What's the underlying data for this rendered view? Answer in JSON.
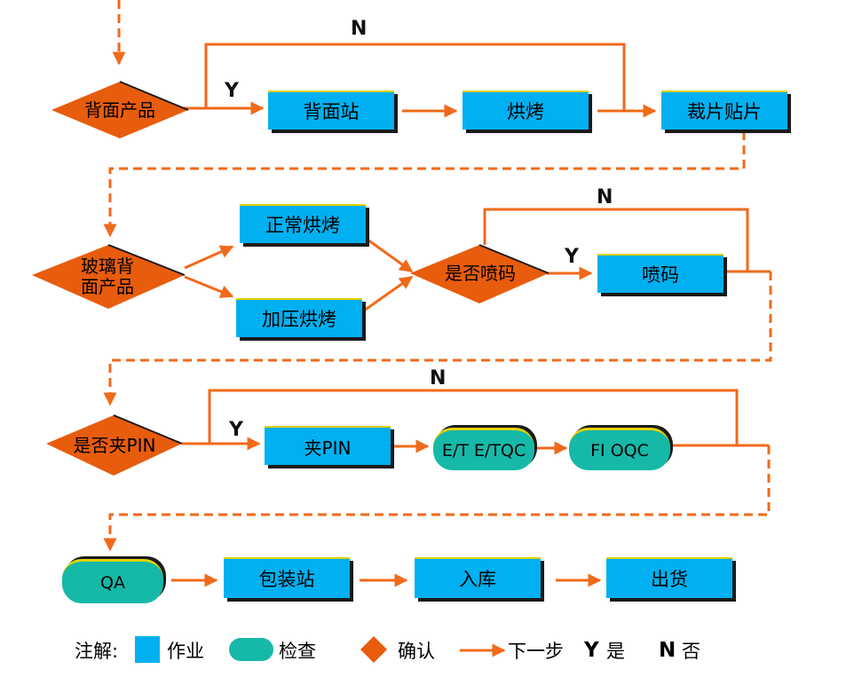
{
  "nodes": {
    "back_product": {
      "text": "背面产品"
    },
    "back_station": {
      "text": "背面站"
    },
    "bake": {
      "text": "烘烤"
    },
    "cut_paste": {
      "text": "裁片贴片"
    },
    "glass_back": {
      "line1": "玻璃背",
      "line2": "面产品"
    },
    "normal_bake": {
      "text": "正常烘烤"
    },
    "press_bake": {
      "text": "加压烘烤"
    },
    "spray_q": {
      "text": "是否喷码"
    },
    "spray": {
      "text": "喷码"
    },
    "pin_q": {
      "text": "是否夹PIN"
    },
    "pin": {
      "text": "夹PIN"
    },
    "et": {
      "text": "E/T E/TQC"
    },
    "fi": {
      "text": "FI OQC"
    },
    "qa": {
      "text": "QA"
    },
    "pack": {
      "text": "包装站"
    },
    "store": {
      "text": "入库"
    },
    "ship": {
      "text": "出货"
    }
  },
  "branch_labels": {
    "yes": "Y",
    "no": "N"
  },
  "legend": {
    "title": "注解:",
    "task": "作业",
    "check": "检查",
    "confirm": "确认",
    "next": "下一步",
    "yes_key": "Y",
    "yes_text": "是",
    "no_key": "N",
    "no_text": "否"
  },
  "colors": {
    "task": "#00b0f0",
    "check": "#16b8a8",
    "decision": "#e85c0d",
    "arrow": "#f06a1a"
  }
}
